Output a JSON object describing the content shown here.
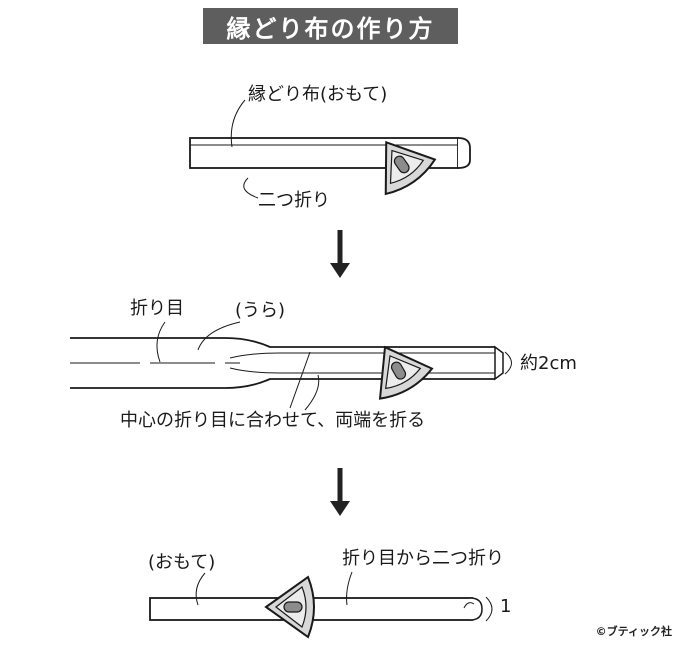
{
  "title": "縁どり布の作り方",
  "step1": {
    "label_top": "縁どり布(おもて)",
    "label_bottom": "二つ折り"
  },
  "step2": {
    "label_fold": "折り目",
    "label_back": "(うら)",
    "label_width": "約2cm",
    "label_instruction": "中心の折り目に合わせて、両端を折る"
  },
  "step3": {
    "label_front": "(おもて)",
    "label_fold": "折り目から二つ折り",
    "label_count": "1"
  },
  "credit": "©ブティック社",
  "colors": {
    "title_bg": "#5e5e5e",
    "iron_fill": "#d8d8d8",
    "iron_handle": "#8c8c8c",
    "line": "#1a1a1a",
    "arrow": "#222222"
  },
  "icons": [
    "iron-icon",
    "down-arrow-icon"
  ]
}
